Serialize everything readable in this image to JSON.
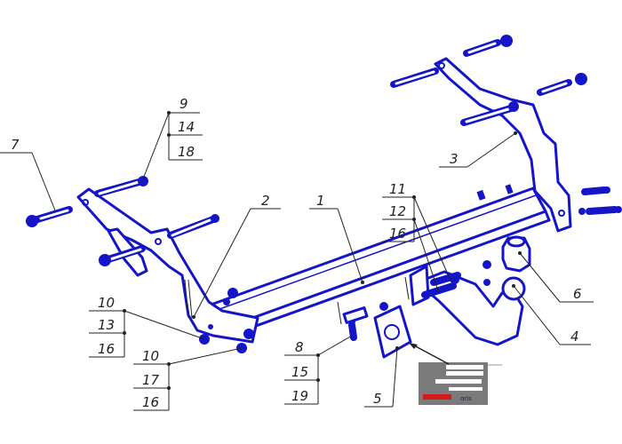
{
  "diagram": {
    "colors": {
      "part": "#1414c8",
      "leader": "#222222"
    },
    "callouts": {
      "c7": [
        "7"
      ],
      "c9": [
        "9",
        "14",
        "18"
      ],
      "c2": [
        "2"
      ],
      "c1": [
        "1"
      ],
      "c11": [
        "11",
        "12",
        "16"
      ],
      "c3": [
        "3"
      ],
      "c6": [
        "6"
      ],
      "c4": [
        "4"
      ],
      "c10a": [
        "10",
        "13",
        "16"
      ],
      "c10b": [
        "10",
        "17",
        "16"
      ],
      "c8": [
        "8",
        "15",
        "19"
      ],
      "c5": [
        "5"
      ]
    },
    "plate": {
      "logo": "oris"
    }
  }
}
